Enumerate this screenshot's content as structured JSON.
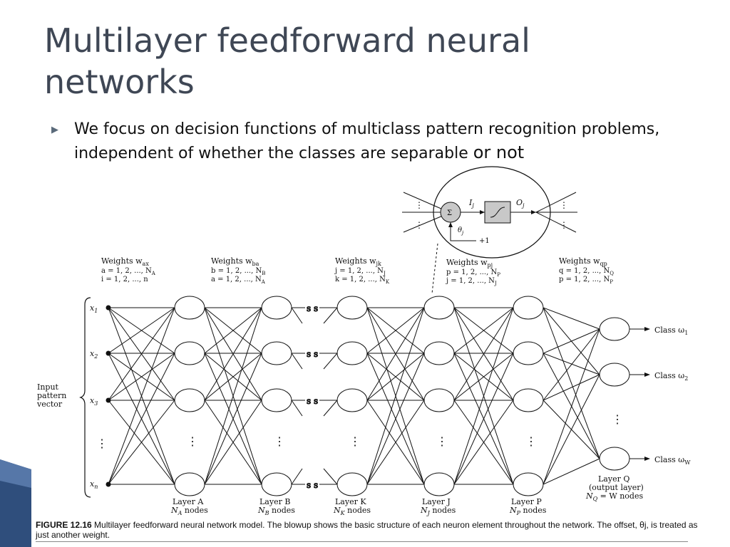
{
  "slide": {
    "title_line1": "Multilayer feedforward neural",
    "title_line2": "networks",
    "bullet_main": "We focus on decision functions of multiclass pattern recognition problems, independent of whether the classes are separable",
    "bullet_tail": "or not"
  },
  "figure": {
    "input_label_1": "Input",
    "input_label_2": "pattern",
    "input_label_3": "vector",
    "inputs": [
      "x1",
      "x2",
      "x3",
      "xn"
    ],
    "weights": [
      {
        "title": "Weights w",
        "sub": "ax",
        "line1": "a = 1, 2, ..., N",
        "line1_sub": "A",
        "line2": "i = 1, 2, ..., n",
        "line2_sub": ""
      },
      {
        "title": "Weights w",
        "sub": "ba",
        "line1": "b = 1, 2, ..., N",
        "line1_sub": "B",
        "line2": "a = 1, 2, ..., N",
        "line2_sub": "A"
      },
      {
        "title": "Weights w",
        "sub": "jk",
        "line1": "j = 1, 2, ..., N",
        "line1_sub": "J",
        "line2": "k = 1, 2, ..., N",
        "line2_sub": "K"
      },
      {
        "title": "Weights w",
        "sub": "pj",
        "line1": "p = 1, 2, ..., N",
        "line1_sub": "P",
        "line2": "j = 1, 2, ..., N",
        "line2_sub": "J"
      },
      {
        "title": "Weights w",
        "sub": "qp",
        "line1": "q = 1, 2, ..., N",
        "line1_sub": "Q",
        "line2": "p = 1, 2, ..., N",
        "line2_sub": "P"
      }
    ],
    "layers": [
      {
        "name": "Layer A",
        "nodes": "N",
        "nodes_sub": "A",
        "nodes_suffix": " nodes"
      },
      {
        "name": "Layer B",
        "nodes": "N",
        "nodes_sub": "B",
        "nodes_suffix": " nodes"
      },
      {
        "name": "Layer K",
        "nodes": "N",
        "nodes_sub": "K",
        "nodes_suffix": " nodes"
      },
      {
        "name": "Layer J",
        "nodes": "N",
        "nodes_sub": "J",
        "nodes_suffix": " nodes"
      },
      {
        "name": "Layer P",
        "nodes": "N",
        "nodes_sub": "P",
        "nodes_suffix": " nodes"
      }
    ],
    "output_layer": {
      "name": "Layer Q",
      "line2": "(output layer)",
      "line3": "N",
      "line3_sub": "Q",
      "line3_suffix": " = W nodes"
    },
    "classes": [
      {
        "label": "Class ω",
        "sub": "1"
      },
      {
        "label": "Class ω",
        "sub": "2"
      },
      {
        "label": "Class ω",
        "sub": "W"
      }
    ],
    "neuron": {
      "sum": "Σ",
      "input": "I",
      "input_sub": "j",
      "output": "O",
      "output_sub": "j",
      "theta": "θ",
      "theta_sub": "j",
      "bias": "+1"
    },
    "caption_label": "FIGURE 12.16",
    "caption_text": "Multilayer feedforward neural network model. The blowup shows the basic structure of each neuron element throughout the network. The offset, θj, is treated as just another weight."
  },
  "colors": {
    "title": "#3f4755",
    "corner": "#3b5a88"
  }
}
